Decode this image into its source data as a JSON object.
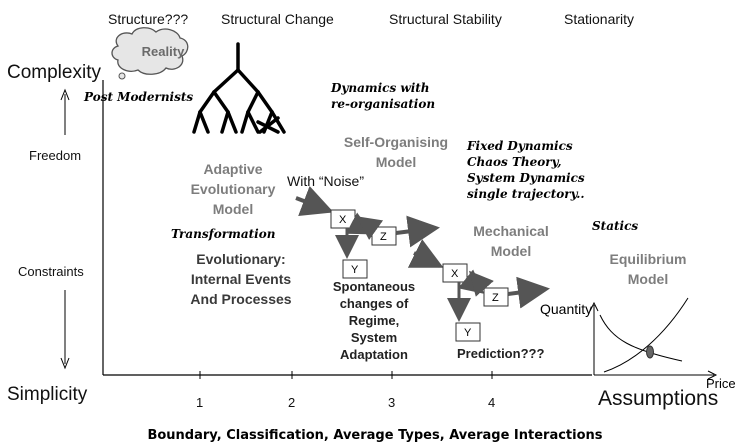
{
  "header": {
    "h1": "Structure???",
    "h2": "Structural Change",
    "h3": "Structural Stability",
    "h4": "Stationarity"
  },
  "reality": "Reality",
  "y_axis": {
    "top": "Complexity",
    "freedom": "Freedom",
    "constraints": "Constraints",
    "bottom": "Simplicity"
  },
  "x_axis": {
    "ticks": [
      "1",
      "2",
      "3",
      "4"
    ],
    "end_label": "Assumptions"
  },
  "annotations": {
    "post_modernists": "Post Modernists",
    "dynamics_line1": "Dynamics with",
    "dynamics_line2": "re-organisation",
    "fixed1": "Fixed Dynamics",
    "fixed2": "Chaos Theory,",
    "fixed3": "System Dynamics",
    "fixed4": "single trajectory..",
    "statics": "Statics",
    "transformation": "Transformation",
    "with_noise": "With “Noise”",
    "prediction": "Prediction???"
  },
  "models": {
    "adaptive1": "Adaptive",
    "adaptive2": "Evolutionary",
    "adaptive3": "Model",
    "self1": "Self-Organising",
    "self2": "Model",
    "mech1": "Mechanical",
    "mech2": "Model",
    "eq1": "Equilibrium",
    "eq2": "Model",
    "evo1": "Evolutionary:",
    "evo2": "Internal Events",
    "evo3": "And Processes",
    "spont1": "Spontaneous",
    "spont2": "changes of",
    "spont3": "Regime,",
    "spont4": "System",
    "spont5": "Adaptation"
  },
  "boxes": {
    "x": "X",
    "y": "Y",
    "z": "Z"
  },
  "mini_chart": {
    "y_label": "Quantity",
    "x_label": "Price"
  },
  "footer": "Boundary, Classification, Average Types, Average Interactions"
}
